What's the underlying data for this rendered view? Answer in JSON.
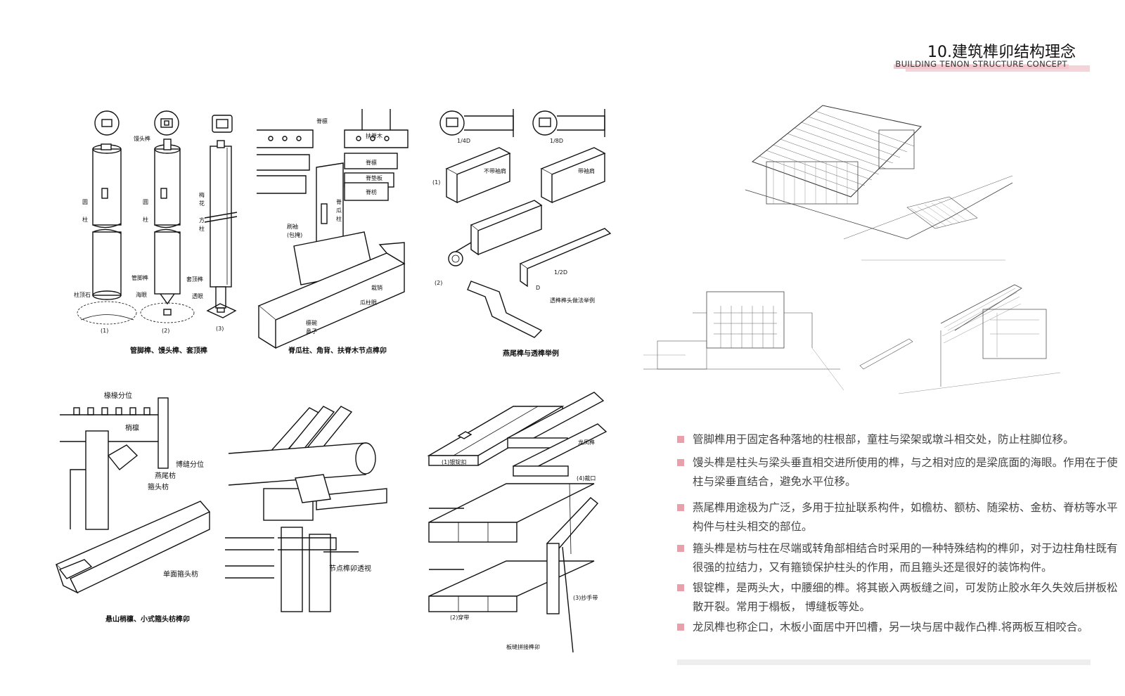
{
  "header": {
    "title": "10.建筑榫卯结构理念",
    "subtitle": "BUILDING TENON STRUCTURE CONCEPT"
  },
  "panels": {
    "p1": {
      "caption": "管脚榫、馒头榫、套顶榫",
      "labels": [
        "馒头榫",
        "圆",
        "柱",
        "圆",
        "柱",
        "梅",
        "花",
        "方",
        "柱",
        "管脚榫",
        "海眼",
        "套顶榫",
        "透眼",
        "柱顶石",
        "(1)",
        "(2)",
        "(3)"
      ]
    },
    "p2": {
      "caption": "脊瓜柱、角背、扶脊木节点榫卯",
      "labels": [
        "脊檩",
        "扶脊木",
        "脊檩",
        "脊垫板",
        "脊枋",
        "脊",
        "瓜",
        "柱",
        "刷袖",
        "(包掩)",
        "栽销",
        "瓜柱眼",
        "檩碗",
        "鼻子"
      ]
    },
    "p3": {
      "caption": "燕尾榫与透榫举例",
      "labels": [
        "1/4D",
        "1/8D",
        "不带袖肩",
        "带袖肩",
        "(1)",
        "(2)",
        "1/2D",
        "D",
        "透榫榫头做法举例"
      ]
    },
    "p4": {
      "caption": "悬山梢檩、小式箍头枋榫卯",
      "labels": [
        "椽椽分位",
        "梢檩",
        "博缝分位",
        "燕尾枋",
        "箍头枋",
        "单面箍头枋"
      ]
    },
    "p5": {
      "caption": "节点榫卯透视",
      "labels": []
    },
    "p6": {
      "caption": "板缝拼接榫卯",
      "labels": [
        "(1)银锭扣",
        "龙凤榫",
        "(4)裁口",
        "(2)穿带",
        "(3)抄手带"
      ]
    }
  },
  "descriptions": [
    "管脚榫用于固定各种落地的柱根部，童柱与梁架或墩斗相交处，防止柱脚位移。",
    "馒头榫是柱头与梁头垂直相交进所使用的榫，与之相对应的是梁底面的海眼。作用在于使柱与梁垂直结合，避免水平位移。",
    "燕尾榫用途极为广泛，多用于拉扯联系构件，如檐枋、额枋、随梁枋、金枋、脊枋等水平构件与柱头相交的部位。",
    "箍头榫是枋与柱在尽端或转角部相结合时采用的一种特殊结构的榫卯，对于边柱角柱既有很强的拉结力，又有箍锁保护柱头的作用，而且箍头还是很好的装饰构件。",
    "银锭榫，是两头大，中腰细的榫。将其嵌入两板缝之间，可发防止胶水年久失效后拼板松散开裂。常用于榻板， 博缝板等处。",
    "龙凤榫也称企口，木板小面居中开凹槽，另一块与居中裁作凸榫.将两板互相咬合。"
  ],
  "colors": {
    "accent": "#e9a0aa",
    "accent_light": "#f6d3d8",
    "text": "#444444"
  }
}
